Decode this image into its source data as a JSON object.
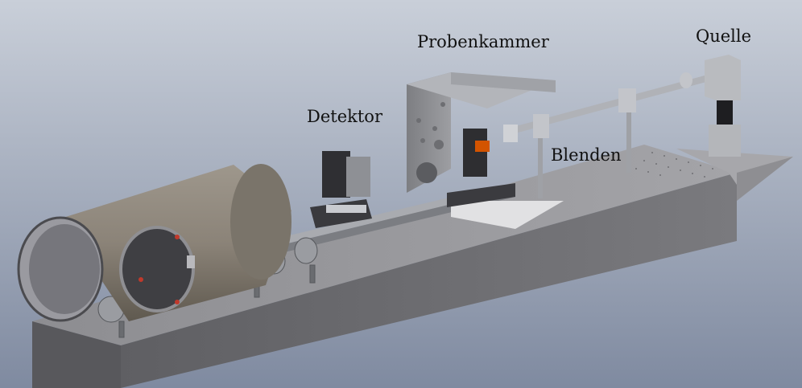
{
  "labels": {
    "probenkammer": "Probenkammer",
    "quelle": "Quelle",
    "detektor": "Detektor",
    "blenden": "Blenden"
  },
  "colors": {
    "background_top": "#c9cfd9",
    "background_bottom": "#7f8aa0",
    "table_top": "#9a9a9d",
    "table_front": "#6e6e72",
    "tank": "#8b8378",
    "chamber": "#8f9094",
    "rail": "#a9abb0",
    "marker": "#c0392b"
  }
}
